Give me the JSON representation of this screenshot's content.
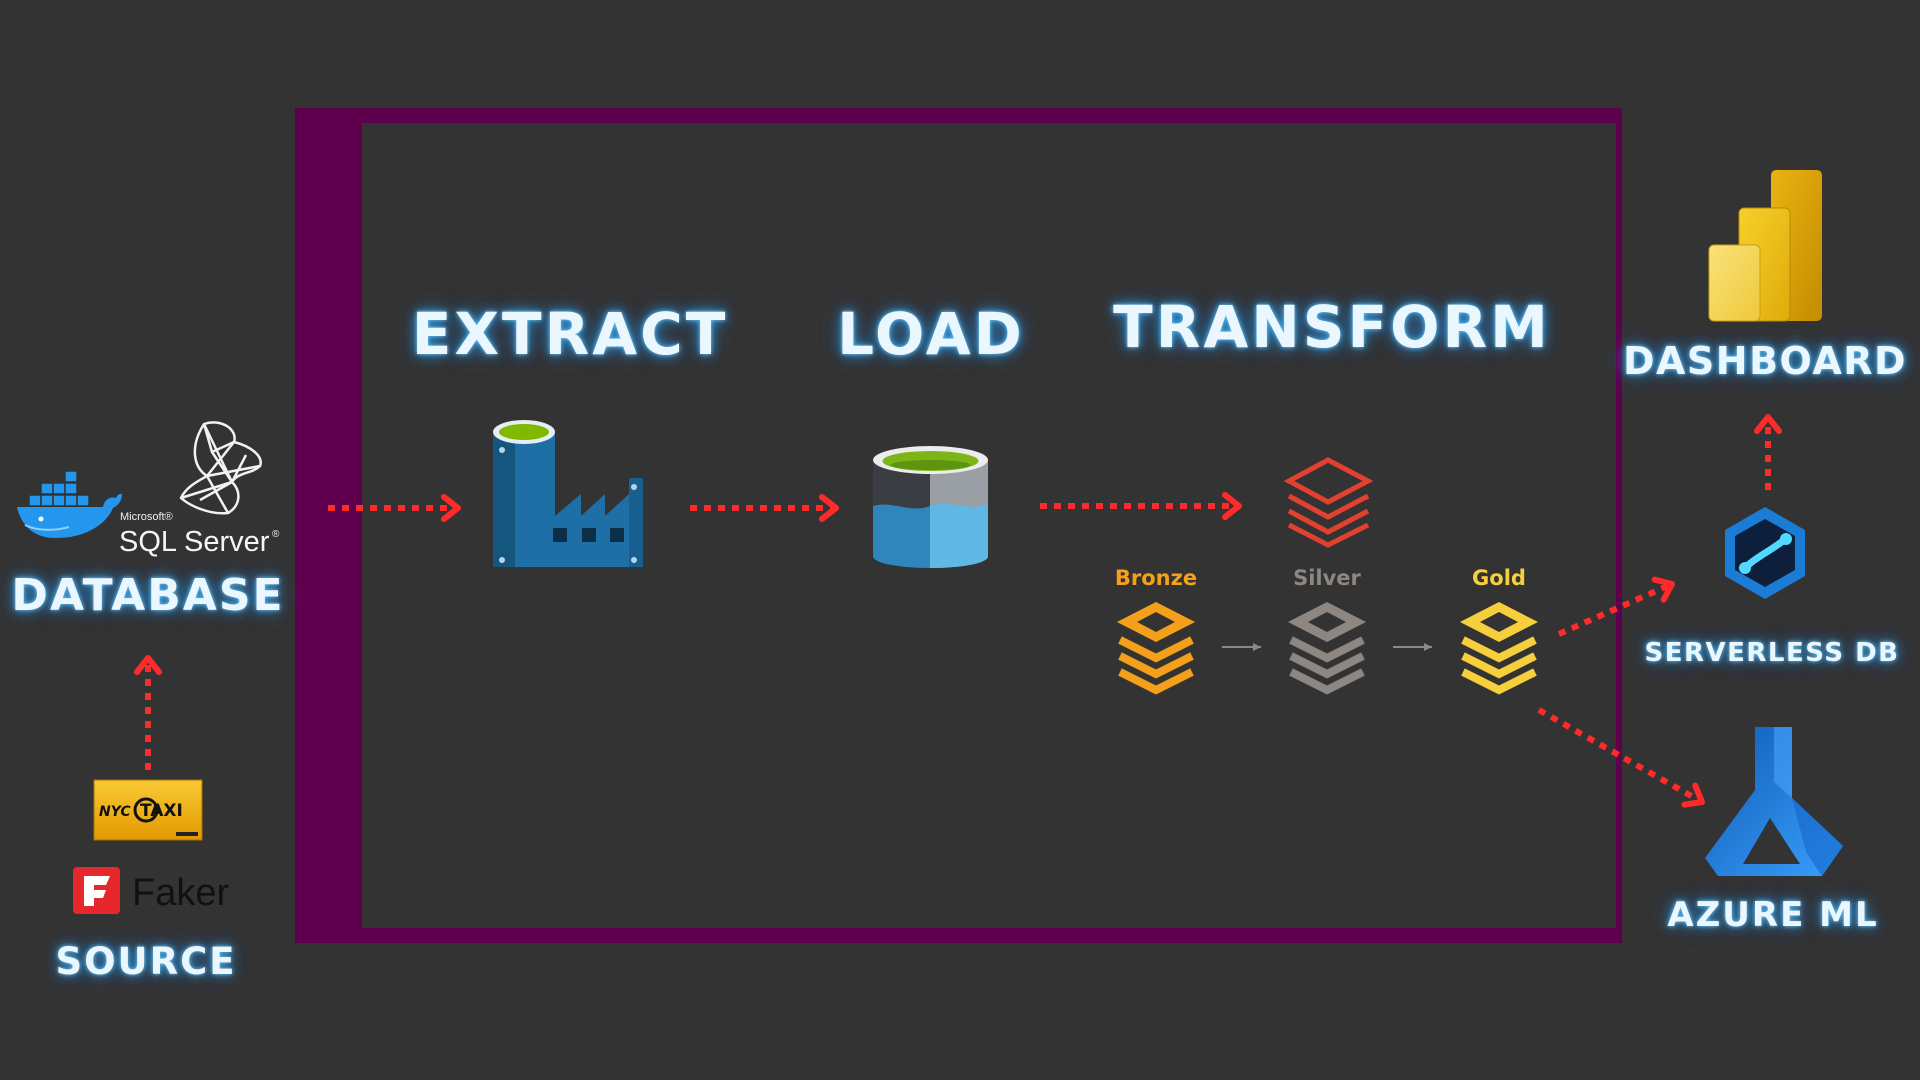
{
  "stages": {
    "extract": "EXTRACT",
    "load": "LOAD",
    "transform": "TRANSFORM"
  },
  "source_side": {
    "database_label": "DATABASE",
    "source_label": "SOURCE"
  },
  "consumers": {
    "dashboard_label": "DASHBOARD",
    "serverless_label": "SERVERLESS DB",
    "azure_ml_label": "AZURE ML"
  },
  "medallion": {
    "bronze": "Bronze",
    "silver": "Silver",
    "gold": "Gold"
  },
  "logos": {
    "microsoft": "Microsoft®",
    "sql_server": "SQL Server",
    "registered": "®",
    "nyc": "NYC",
    "taxi": "TAXI",
    "faker": "Faker"
  },
  "icons": {
    "docker": "docker-icon",
    "sql_server": "sql-server-icon",
    "data_factory": "data-factory-icon",
    "data_lake": "data-lake-icon",
    "databricks": "databricks-icon",
    "bronze": "bronze-layer-icon",
    "silver": "silver-layer-icon",
    "gold": "gold-layer-icon",
    "power_bi": "power-bi-icon",
    "synapse": "synapse-icon",
    "azure_ml": "azure-ml-icon",
    "nyc_taxi": "nyc-taxi-logo",
    "faker": "faker-logo"
  },
  "colors": {
    "background": "#333333",
    "frame": "#5f004f",
    "arrow": "#ff2b2b",
    "label_glow": "#46b4ff",
    "bronze": "#f5a01a",
    "silver": "#8d8781",
    "gold": "#f6d03c"
  }
}
